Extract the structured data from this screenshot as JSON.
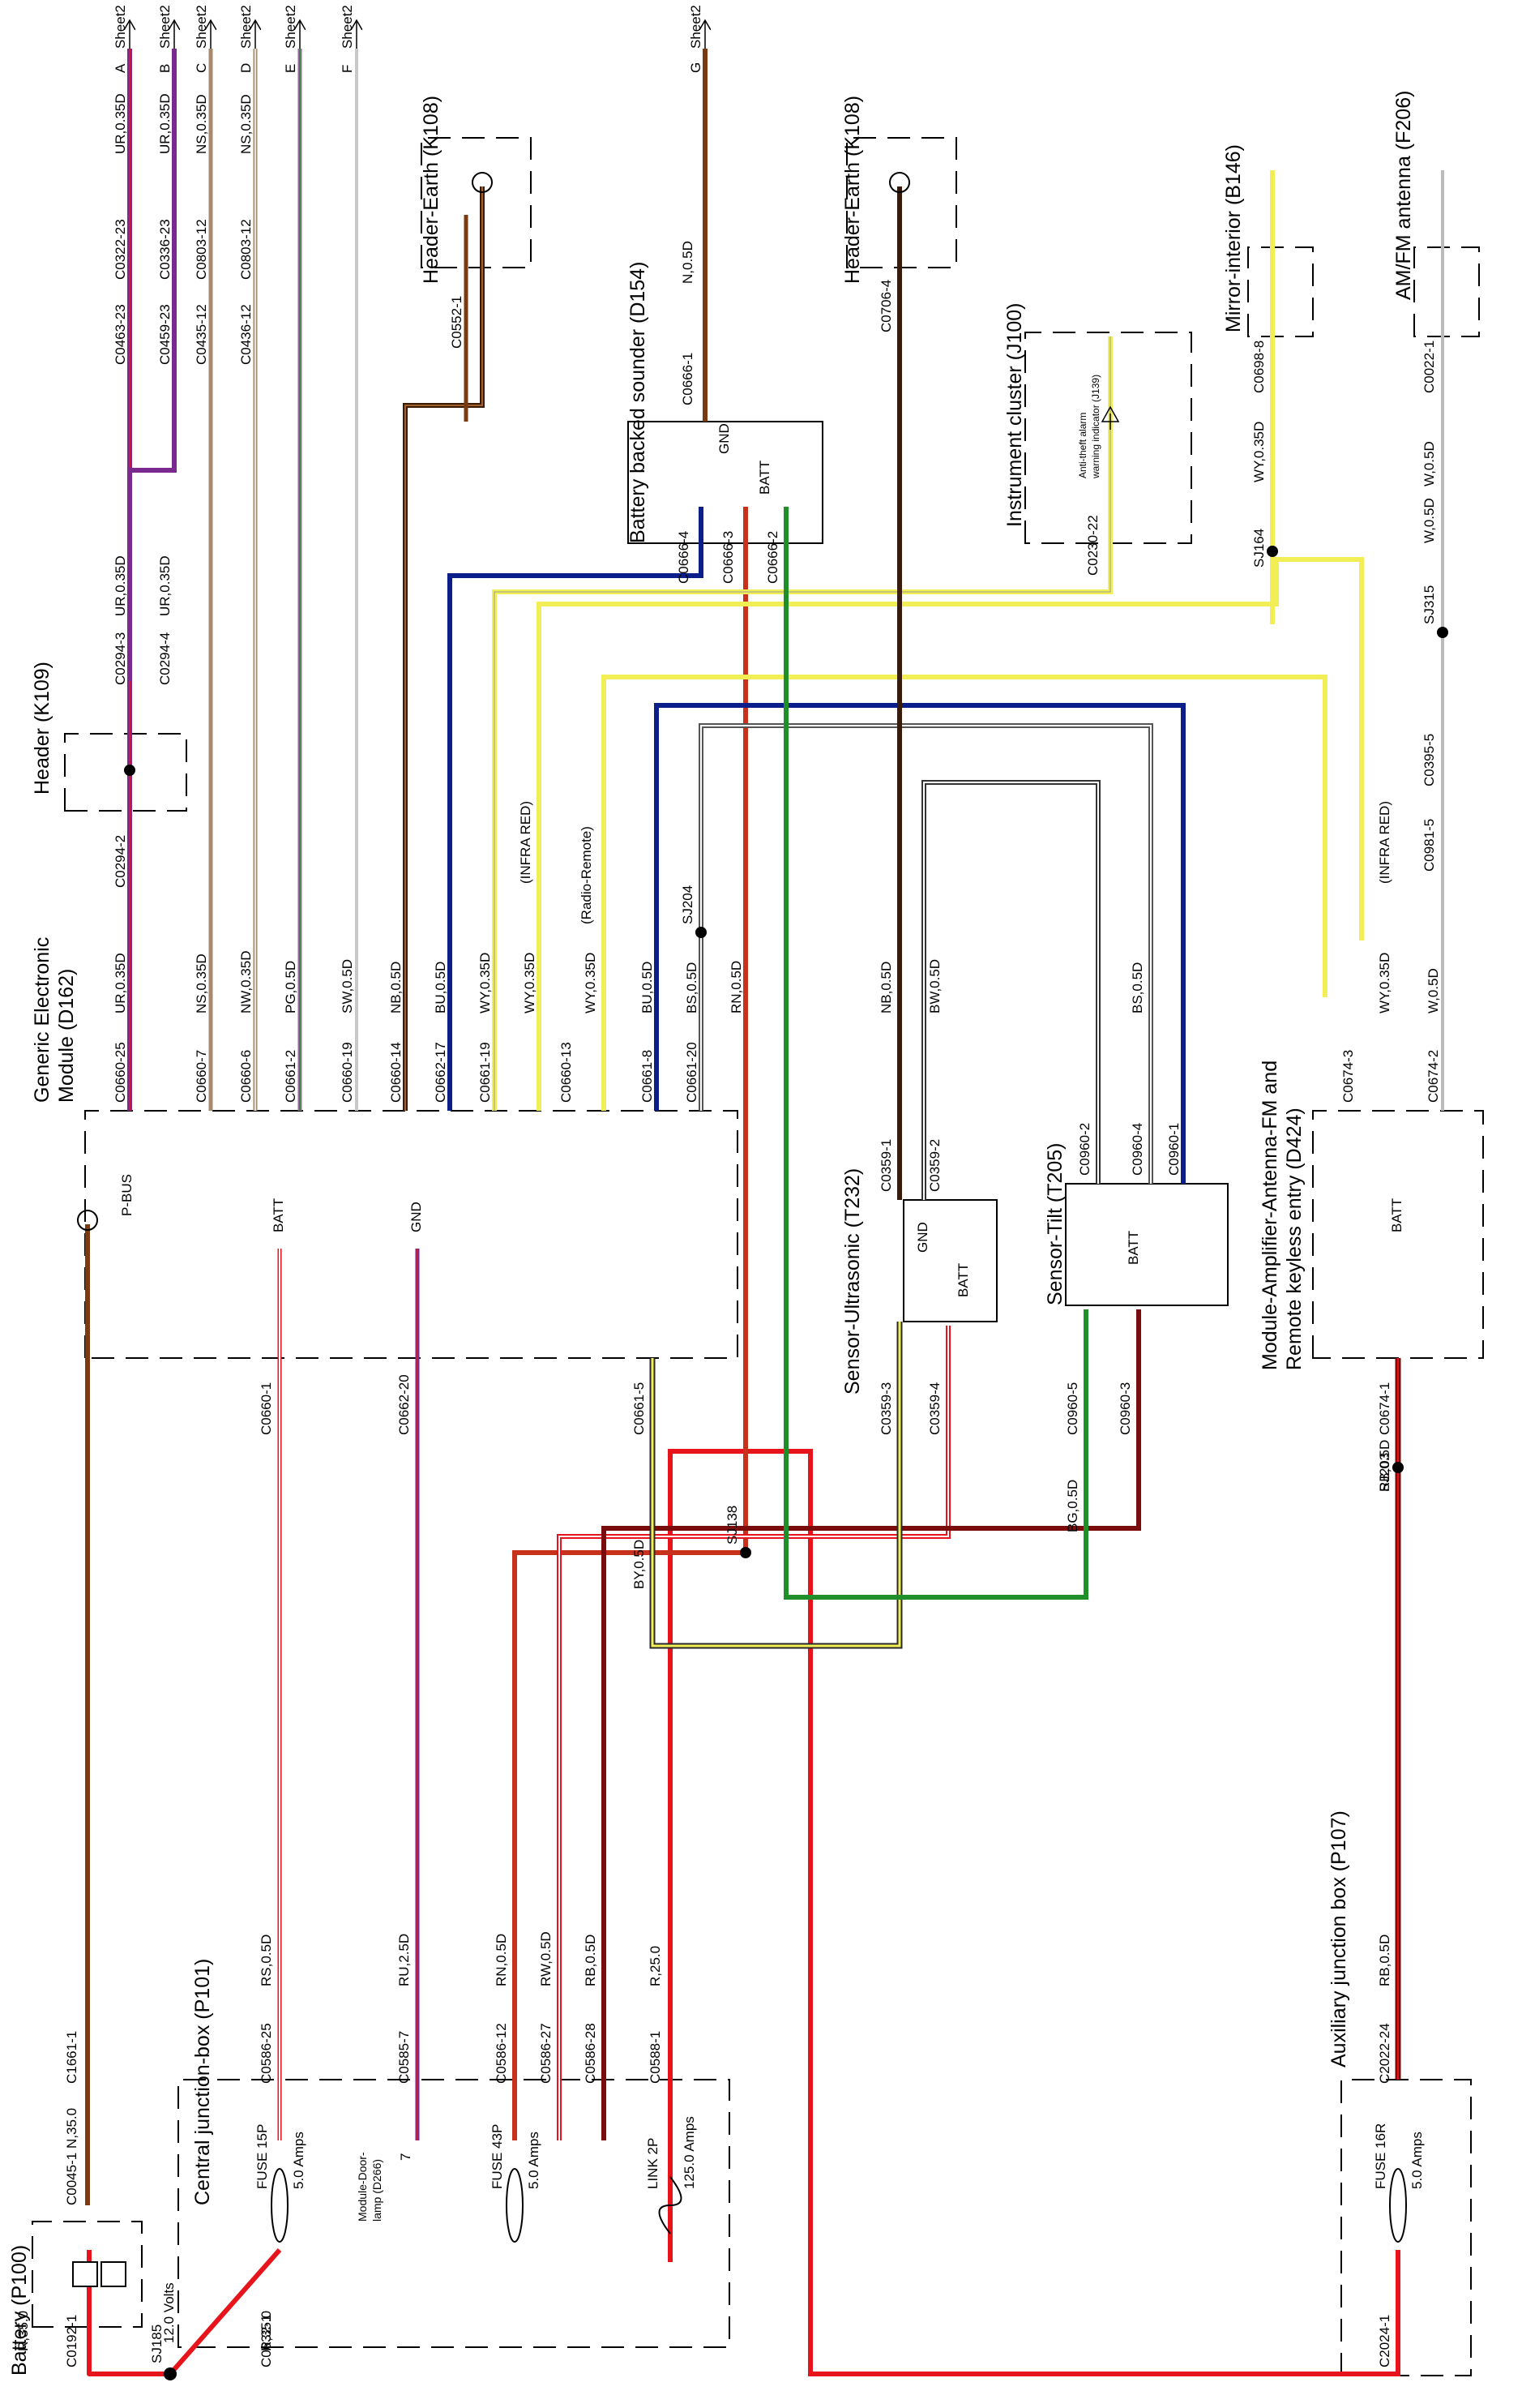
{
  "title": {
    "battery": "Battery (P100)",
    "central_jb": "Central junction-box (P101)",
    "aux_jb": "Auxiliary junction box (P107)",
    "gem_1": "Generic Electronic",
    "gem_2": "Module (D162)",
    "header_k109": "Header (K109)",
    "header_earth_1": "Header-Earth (K108)",
    "header_earth_2": "Header-Earth (K108)",
    "sounder": "Battery backed sounder (D154)",
    "sensor_ultra": "Sensor-Ultrasonic (T232)",
    "sensor_tilt": "Sensor-Tilt (T205)",
    "instrument": "Instrument cluster (J100)",
    "mirror": "Mirror-interior (B146)",
    "antenna": "AM/FM antenna (F206)",
    "module_amp_1": "Module-Amplifier-Antenna-FM and",
    "module_amp_2": "Remote keyless entry (D424)"
  },
  "components": {
    "battery_voltage": "12.0 Volts",
    "battery_plus": "+",
    "battery_minus": "-",
    "fuse15": "FUSE 15P",
    "fuse15_rating": "5.0 Amps",
    "fuse43": "FUSE 43P",
    "fuse43_rating": "5.0 Amps",
    "link2": "LINK 2P",
    "link2_rating": "125.0 Amps",
    "fuse16": "FUSE 16R",
    "fuse16_rating": "5.0 Amps",
    "door_lamp_1": "Module-Door-",
    "door_lamp_2": "lamp (D266)",
    "door_lamp_pin": "7",
    "antitheft_1": "Anti-theft alarm",
    "antitheft_2": "warning indicator (J139)",
    "gem_pbus": "P-BUS",
    "gem_batt": "BATT",
    "gem_gnd": "GND",
    "sounder_gnd": "GND",
    "sounder_batt": "BATT",
    "ultra_gnd": "GND",
    "ultra_batt": "BATT",
    "tilt_batt": "BATT",
    "amp_batt": "BATT",
    "infra_red_1": "(INFRA RED)",
    "infra_red_2": "(INFRA RED)",
    "radio_remote": "(Radio-Remote)"
  },
  "sheet": {
    "A": "A",
    "B": "B",
    "C": "C",
    "D": "D",
    "E": "E",
    "F": "F",
    "G": "G",
    "label": "Sheet2"
  },
  "connectors": {
    "c0192_1": "C0192-1",
    "c0045_1": "C0045-1",
    "c1661_1": "C1661-1",
    "c0632_1": "C0632-1",
    "c0586_25": "C0586-25",
    "c0585_7": "C0585-7",
    "c0586_12": "C0586-12",
    "c0586_27": "C0586-27",
    "c0586_28": "C0586-28",
    "c0588_1": "C0588-1",
    "c0660_1": "C0660-1",
    "c0662_20": "C0662-20",
    "c0661_5": "C0661-5",
    "c0359_3": "C0359-3",
    "c0359_4": "C0359-4",
    "c0960_5": "C0960-5",
    "c0960_3": "C0960-3",
    "c0674_1": "C0674-1",
    "c2024_1": "C2024-1",
    "c2022_24": "C2022-24",
    "c0660_25": "C0660-25",
    "c0660_7": "C0660-7",
    "c0660_6": "C0660-6",
    "c0661_2": "C0661-2",
    "c0660_19": "C0660-19",
    "c0660_14": "C0660-14",
    "c0662_17": "C0662-17",
    "c0661_19": "C0661-19",
    "c0660_13": "C0660-13",
    "c0661_8": "C0661-8",
    "c0661_20": "C0661-20",
    "c0359_1": "C0359-1",
    "c0359_2": "C0359-2",
    "c0960_2": "C0960-2",
    "c0960_4": "C0960-4",
    "c0960_1": "C0960-1",
    "c0674_3": "C0674-3",
    "c0674_2": "C0674-2",
    "c0294_2": "C0294-2",
    "c0294_3": "C0294-3",
    "c0294_4": "C0294-4",
    "c0463_23": "C0463-23",
    "c0322_23": "C0322-23",
    "c0459_23": "C0459-23",
    "c0336_23": "C0336-23",
    "c0435_12": "C0435-12",
    "c0803_12a": "C0803-12",
    "c0436_12": "C0436-12",
    "c0803_12b": "C0803-12",
    "c0552_1": "C0552-1",
    "c0666_4": "C0666-4",
    "c0666_3": "C0666-3",
    "c0666_2": "C0666-2",
    "c0666_1": "C0666-1",
    "c0706_4": "C0706-4",
    "c0230_22": "C0230-22",
    "c0698_8": "C0698-8",
    "c0022_1": "C0022-1",
    "c0981_5": "C0981-5",
    "c0395_5": "C0395-5"
  },
  "splices": {
    "sj185": "SJ185",
    "sj138": "SJ138",
    "sj204": "SJ204",
    "sj203": "SJ203",
    "sj164": "SJ164",
    "sj315": "SJ315"
  },
  "wires": {
    "r35_a": "R,35.0",
    "n35": "N,35.0",
    "r35_b": "R,35.0",
    "rs05": "RS,0.5D",
    "ru25": "RU,2.5D",
    "rn05_a": "RN,0.5D",
    "rw05": "RW,0.5D",
    "rb05_a": "RB,0.5D",
    "r25": "R,25.0",
    "by05": "BY,0.5D",
    "bg05": "BG,0.5D",
    "rb05_b": "RB,0.5D",
    "rb05_c": "RB,0.5D",
    "ur035_a": "UR,0.35D",
    "ns035_a": "NS,0.35D",
    "nw035": "NW,0.35D",
    "pg05": "PG,0.5D",
    "sw05": "SW,0.5D",
    "nb05_a": "NB,0.5D",
    "bu05_a": "BU,0.5D",
    "wy035_a": "WY,0.35D",
    "wy035_b": "WY,0.35D",
    "wy035_c": "WY,0.35D",
    "bu05_b": "BU,0.5D",
    "bs05_a": "BS,0.5D",
    "rn05_b": "RN,0.5D",
    "nb05_b": "NB,0.5D",
    "bw05": "BW,0.5D",
    "bs05_b": "BS,0.5D",
    "wy035_d": "WY,0.35D",
    "w05_a": "W,0.5D",
    "ur035_b": "UR,0.35D",
    "ur035_c": "UR,0.35D",
    "ur035_d": "UR,0.35D",
    "ur035_e": "UR,0.35D",
    "ns035_b": "NS,0.35D",
    "ns035_c": "NS,0.35D",
    "n05": "N,0.5D",
    "wy035_e": "WY,0.35D",
    "w05_b": "W,0.5D",
    "w05_c": "W,0.5D"
  },
  "colors": {
    "red": "#e8141c",
    "brown": "#7a3b12",
    "purple": "#7a2a8e",
    "blue": "#0b1f8a",
    "yellow": "#f2ee55",
    "green": "#1f8f2a",
    "darkred": "#7a0c0c",
    "tan": "#a58a6b",
    "grey": "#9a9a9a"
  }
}
